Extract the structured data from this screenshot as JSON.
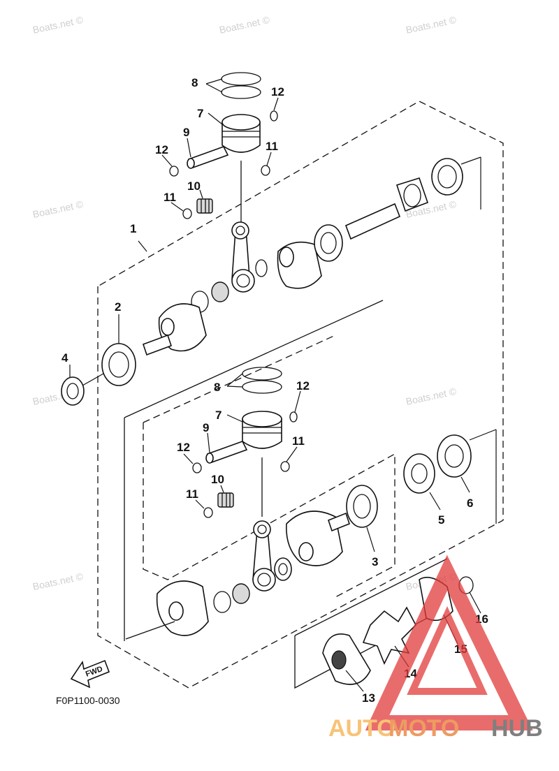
{
  "diagram": {
    "code": "F0P1100-0030",
    "fwd_label": "FWD",
    "watermark": "Boats.net ©",
    "brand": {
      "part1": "AUTO",
      "part2": "MOTO",
      "part3": "HUB",
      "color1": "#f6b04a",
      "color2": "#e87a2e",
      "color3": "#555555",
      "triangle_color": "#e23b3b"
    },
    "callouts": {
      "c1": "1",
      "c2": "2",
      "c3": "3",
      "c4": "4",
      "c5": "5",
      "c6": "6",
      "c7_top": "7",
      "c7_bot": "7",
      "c8_top": "8",
      "c8_bot": "8",
      "c9_top": "9",
      "c9_bot": "9",
      "c10_top": "10",
      "c10_bot": "10",
      "c11_top_a": "11",
      "c11_top_b": "11",
      "c11_bot_a": "11",
      "c11_bot_b": "11",
      "c12_top_a": "12",
      "c12_top_b": "12",
      "c12_bot_a": "12",
      "c12_bot_b": "12",
      "c13": "13",
      "c14": "14",
      "c15": "15",
      "c16": "16"
    }
  }
}
